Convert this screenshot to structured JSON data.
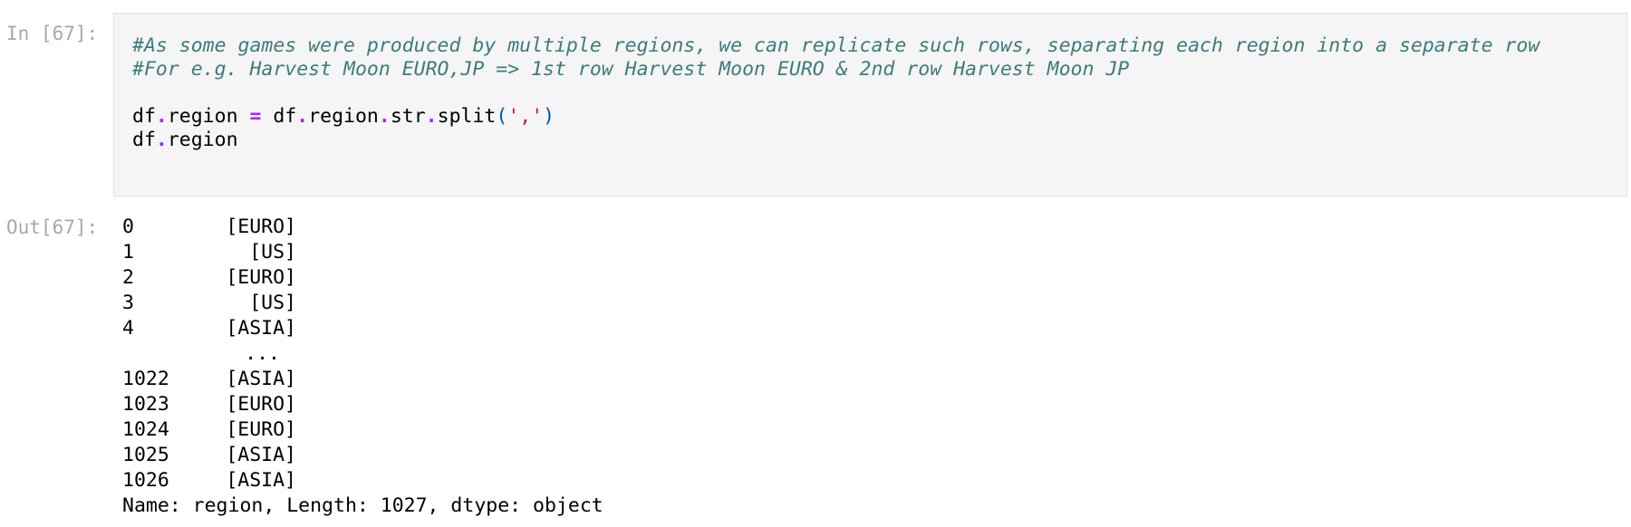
{
  "cell": {
    "in_prompt": "In [67]:",
    "out_prompt": "Out[67]:",
    "code": {
      "comment1": "#As some games were produced by multiple regions, we can replicate such rows, separating each region into a separate row",
      "comment2": "#For e.g. Harvest Moon EURO,JP => 1st row Harvest Moon EURO & 2nd row Harvest Moon JP",
      "line3": {
        "t1": "df",
        "d1": ".",
        "t2": "region ",
        "eq": "=",
        "t3": " df",
        "d2": ".",
        "t4": "region",
        "d3": ".",
        "t5": "str",
        "d4": ".",
        "t6": "split",
        "p1": "(",
        "s1": "','",
        "p2": ")"
      },
      "line4": {
        "t1": "df",
        "d1": ".",
        "t2": "region"
      }
    },
    "output": {
      "rows": [
        {
          "index": "0",
          "value": "[EURO]"
        },
        {
          "index": "1",
          "value": "[US]"
        },
        {
          "index": "2",
          "value": "[EURO]"
        },
        {
          "index": "3",
          "value": "[US]"
        },
        {
          "index": "4",
          "value": "[ASIA]"
        },
        {
          "index": "",
          "value": "..."
        },
        {
          "index": "1022",
          "value": "[ASIA]"
        },
        {
          "index": "1023",
          "value": "[EURO]"
        },
        {
          "index": "1024",
          "value": "[EURO]"
        },
        {
          "index": "1025",
          "value": "[ASIA]"
        },
        {
          "index": "1026",
          "value": "[ASIA]"
        }
      ],
      "summary": "Name: region, Length: 1027, dtype: object"
    }
  }
}
